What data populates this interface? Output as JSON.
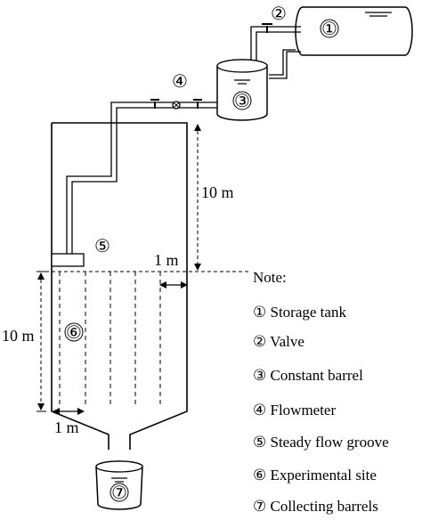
{
  "markers": {
    "m1": "①",
    "m2": "②",
    "m3": "③",
    "m4": "④",
    "m5": "⑤",
    "m6": "⑥",
    "m7": "⑦"
  },
  "dimensions": {
    "height_top": "10 m",
    "height_side": "10 m",
    "width_right": "1 m",
    "width_bottom": "1 m"
  },
  "note": {
    "title": "Note:",
    "items": [
      "① Storage tank",
      "② Valve",
      "③ Constant barrel",
      "④ Flowmeter",
      "⑤ Steady flow groove",
      "⑥ Experimental site",
      "⑦ Collecting barrels"
    ]
  }
}
